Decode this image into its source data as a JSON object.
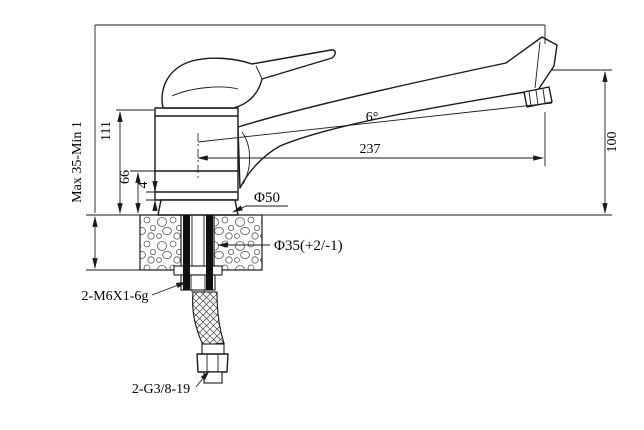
{
  "drawing": {
    "subject": "single-handle kitchen faucet installation drawing",
    "line_color": "#1a1a1a",
    "background_color": "#ffffff"
  },
  "dimensions": {
    "mount_thickness": "Max 35-Min 1",
    "height_111": "111",
    "height_66": "66",
    "height_4": "4",
    "spout_angle": "6°",
    "spout_reach": "237",
    "spout_height": "100",
    "base_diameter": "Φ50",
    "hole_diameter": "Φ35(+2/-1)",
    "stud_thread": "2-M6X1-6g",
    "inlet_thread": "2-G3/8-19"
  }
}
